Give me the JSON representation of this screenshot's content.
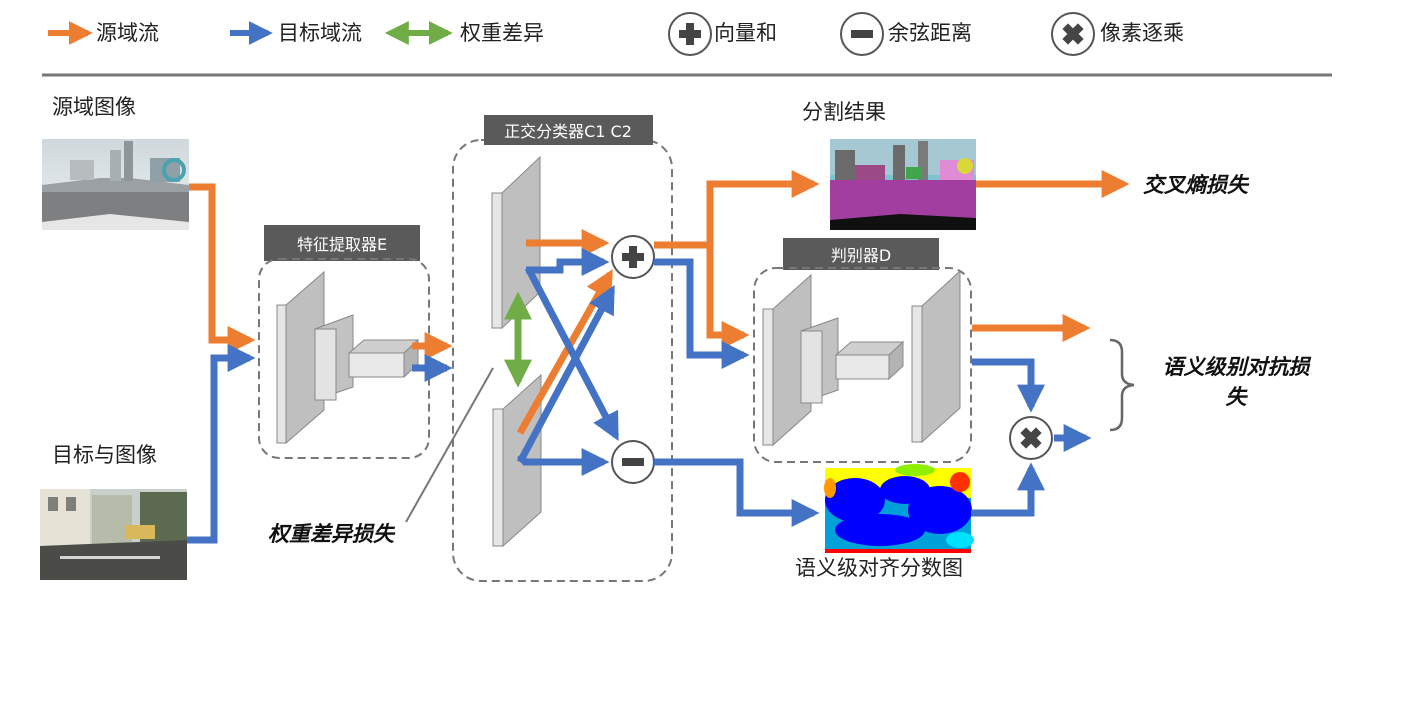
{
  "colors": {
    "source": "#ED7D31",
    "target": "#4472C4",
    "weight": "#70AD47",
    "header_box": "#5a5a5a",
    "module_face": "#d9d9d9"
  },
  "legend": {
    "source_flow": "源域流",
    "target_flow": "目标域流",
    "weight_diff": "权重差异",
    "vector_sum": "向量和",
    "cosine_distance": "余弦距离",
    "pixel_multiply": "像素逐乘"
  },
  "images": {
    "source_image_label": "源域图像",
    "target_image_label": "目标与图像",
    "seg_result_label": "分割结果",
    "align_map_label": "语义级对齐分数图"
  },
  "modules": {
    "feature_extractor": "特征提取器E",
    "classifiers": "正交分类器C1 C2",
    "discriminator": "判别器D"
  },
  "losses": {
    "weight_diff_loss": "权重差异损失",
    "cross_entropy_loss": "交叉熵损失",
    "semantic_adv_loss_line1": "语义级别对抗损",
    "semantic_adv_loss_line2": "失"
  },
  "icons": {
    "plus": "circle-plus-icon",
    "minus": "circle-minus-icon",
    "times": "circle-times-icon"
  }
}
